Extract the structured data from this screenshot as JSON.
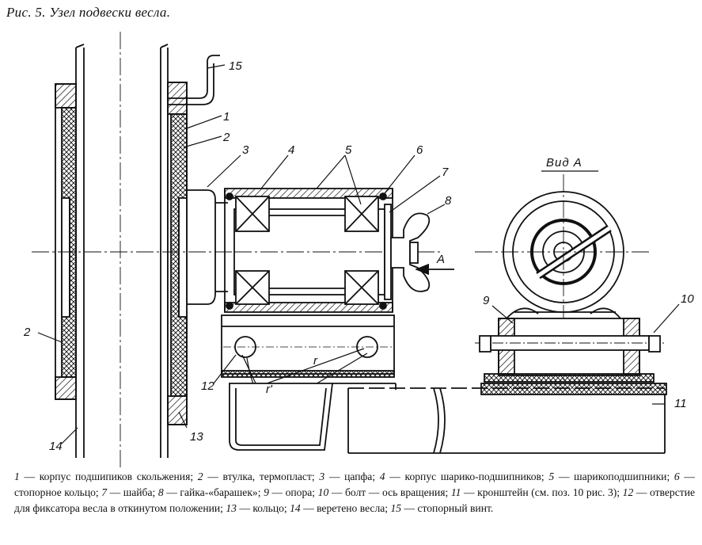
{
  "title": "Рис. 5. Узел подвески весла.",
  "callouts": {
    "n1": "1",
    "n2": "2",
    "n2b": "2",
    "n3": "3",
    "n4": "4",
    "n5": "5",
    "n6": "6",
    "n7": "7",
    "n8": "8",
    "n9": "9",
    "n10": "10",
    "n11": "11",
    "n12": "12",
    "n13": "13",
    "n14": "14",
    "n15": "15"
  },
  "view_label": "Вид А",
  "arrow_label": "А",
  "radius_r": "r",
  "radius_r1": "r'",
  "legend": [
    {
      "num": "1",
      "text": " — корпус подшипиков скольжения; "
    },
    {
      "num": "2",
      "text": " — втулка, термопласт; "
    },
    {
      "num": "3",
      "text": " — цапфа; "
    },
    {
      "num": "4",
      "text": " — корпус шарико-подшипников; "
    },
    {
      "num": "5",
      "text": " — шарикоподшипники; "
    },
    {
      "num": "6",
      "text": " — стопорное кольцо; "
    },
    {
      "num": "7",
      "text": " — шайба; "
    },
    {
      "num": "8",
      "text": " — гайка-«барашек»; "
    },
    {
      "num": "9",
      "text": " — опора; "
    },
    {
      "num": "10",
      "text": " — болт — ось вращения; "
    },
    {
      "num": "11",
      "text": " — кронштейн (см. поз. 10 рис. 3); "
    },
    {
      "num": "12",
      "text": " — отверстие для фиксатора весла в откинутом положении; "
    },
    {
      "num": "13",
      "text": " — кольцо; "
    },
    {
      "num": "14",
      "text": " — веретено весла; "
    },
    {
      "num": "15",
      "text": " — стопорный винт."
    }
  ]
}
